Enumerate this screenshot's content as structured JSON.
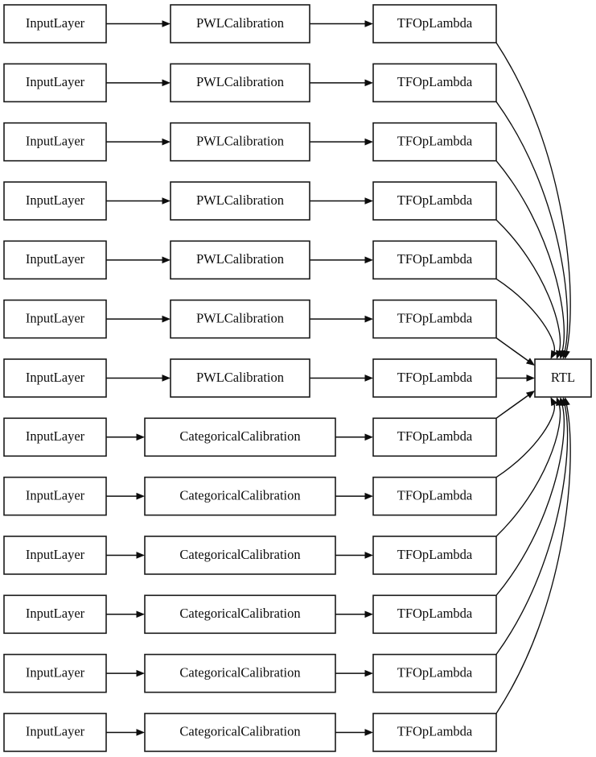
{
  "diagram": {
    "type": "keras-model-graph",
    "title": "",
    "orientation": "left-to-right",
    "node_shape": "box",
    "font": "serif",
    "colors": {
      "node_fill": "#ffffff",
      "node_stroke": "#1a1a1a",
      "edge_stroke": "#0d0d0d",
      "background": "#ffffff",
      "text": "#0d0d0d"
    },
    "columns": [
      {
        "name": "input-column",
        "label": "InputLayer"
      },
      {
        "name": "calibration-column",
        "label": "Calibration"
      },
      {
        "name": "lambda-column",
        "label": "TFOpLambda"
      },
      {
        "name": "output-column",
        "label": "RTL"
      }
    ],
    "rows": [
      {
        "index": 0,
        "input": "InputLayer",
        "calibration": "PWLCalibration",
        "lambda": "TFOpLambda"
      },
      {
        "index": 1,
        "input": "InputLayer",
        "calibration": "PWLCalibration",
        "lambda": "TFOpLambda"
      },
      {
        "index": 2,
        "input": "InputLayer",
        "calibration": "PWLCalibration",
        "lambda": "TFOpLambda"
      },
      {
        "index": 3,
        "input": "InputLayer",
        "calibration": "PWLCalibration",
        "lambda": "TFOpLambda"
      },
      {
        "index": 4,
        "input": "InputLayer",
        "calibration": "PWLCalibration",
        "lambda": "TFOpLambda"
      },
      {
        "index": 5,
        "input": "InputLayer",
        "calibration": "PWLCalibration",
        "lambda": "TFOpLambda"
      },
      {
        "index": 6,
        "input": "InputLayer",
        "calibration": "PWLCalibration",
        "lambda": "TFOpLambda"
      },
      {
        "index": 7,
        "input": "InputLayer",
        "calibration": "CategoricalCalibration",
        "lambda": "TFOpLambda"
      },
      {
        "index": 8,
        "input": "InputLayer",
        "calibration": "CategoricalCalibration",
        "lambda": "TFOpLambda"
      },
      {
        "index": 9,
        "input": "InputLayer",
        "calibration": "CategoricalCalibration",
        "lambda": "TFOpLambda"
      },
      {
        "index": 10,
        "input": "InputLayer",
        "calibration": "CategoricalCalibration",
        "lambda": "TFOpLambda"
      },
      {
        "index": 11,
        "input": "InputLayer",
        "calibration": "CategoricalCalibration",
        "lambda": "TFOpLambda"
      },
      {
        "index": 12,
        "input": "InputLayer",
        "calibration": "CategoricalCalibration",
        "lambda": "TFOpLambda"
      }
    ],
    "sink": {
      "label": "RTL",
      "incoming_edge_count": 13
    }
  }
}
